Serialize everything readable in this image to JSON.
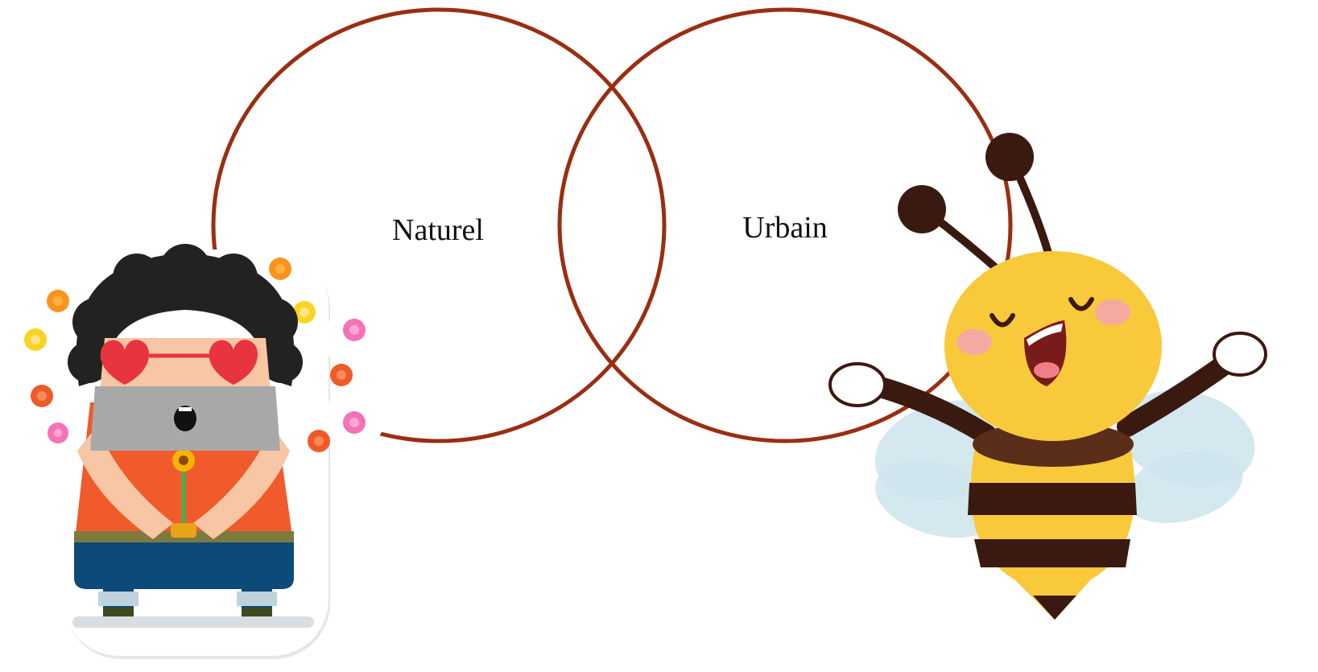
{
  "diagram": {
    "type": "venn",
    "sets": [
      {
        "label": "Naturel"
      },
      {
        "label": "Urbain"
      }
    ],
    "outline_color": "#9A2E12"
  },
  "illustrations": {
    "left": {
      "name": "hippie-character-sticker",
      "colors": {
        "shirt": "#F15A2B",
        "pants": "#0C4A7A",
        "hair": "#222222",
        "glasses": "#E8343E",
        "skin": "#F7C6A4",
        "beard": "#A8A8A8"
      }
    },
    "right": {
      "name": "cartoon-bee",
      "colors": {
        "body": "#F8C93A",
        "stripe": "#3A1A10",
        "wing": "#CFE6EE",
        "cheek": "#F6A3B4"
      }
    }
  }
}
